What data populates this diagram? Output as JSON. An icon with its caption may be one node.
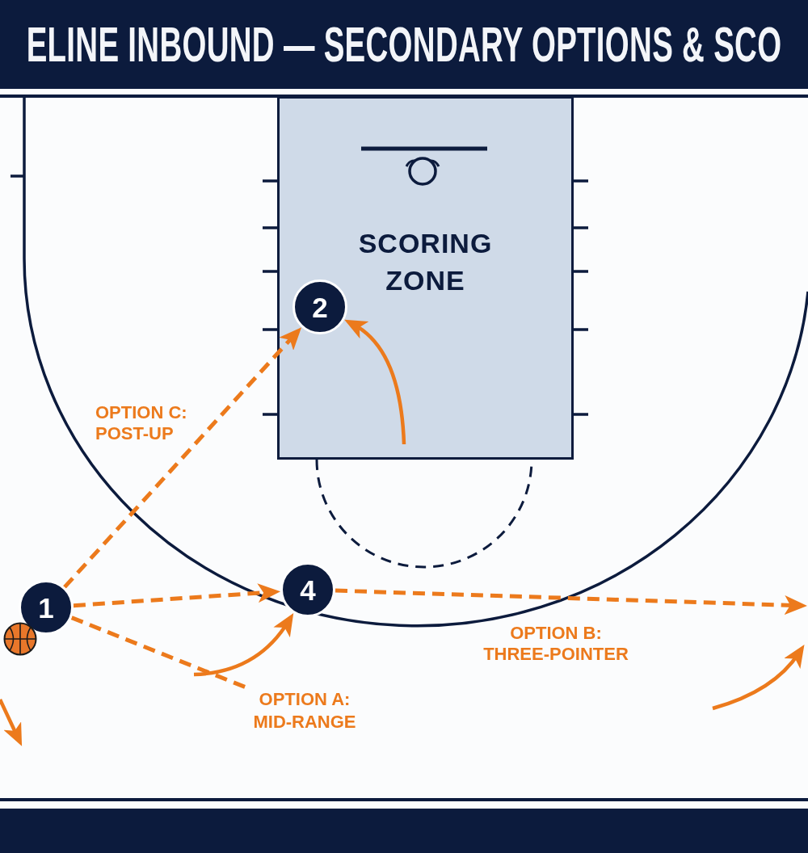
{
  "diagram": {
    "title": "ELINE INBOUND — SECONDARY OPTIONS & SCO",
    "nodes": [
      {
        "text": [
          "SCORING ZONE"
        ]
      },
      {
        "text": [
          "1"
        ]
      },
      {
        "text": [
          "2"
        ],
        "in": 0
      },
      {
        "text": [
          "4"
        ]
      },
      {
        "text": [
          "OPTION A: MID-RANGE"
        ]
      }
    ],
    "edges": [
      {
        "from": 1,
        "to": 2,
        "arrow": "to",
        "label": "OPTION C: POST-UP",
        "style": "dashed"
      },
      {
        "from": 1,
        "to": 3,
        "arrow": "to",
        "style": "dashed"
      },
      {
        "from": 1,
        "to": 4,
        "arrow": "none",
        "style": "dashed"
      },
      {
        "from": 3,
        "to": null,
        "arrow": "to",
        "label": "OPTION B: THREE-POINTER",
        "style": "dashed"
      },
      {
        "from": null,
        "to": 2,
        "arrow": "to"
      },
      {
        "from": null,
        "to": 3,
        "arrow": "to"
      }
    ]
  }
}
